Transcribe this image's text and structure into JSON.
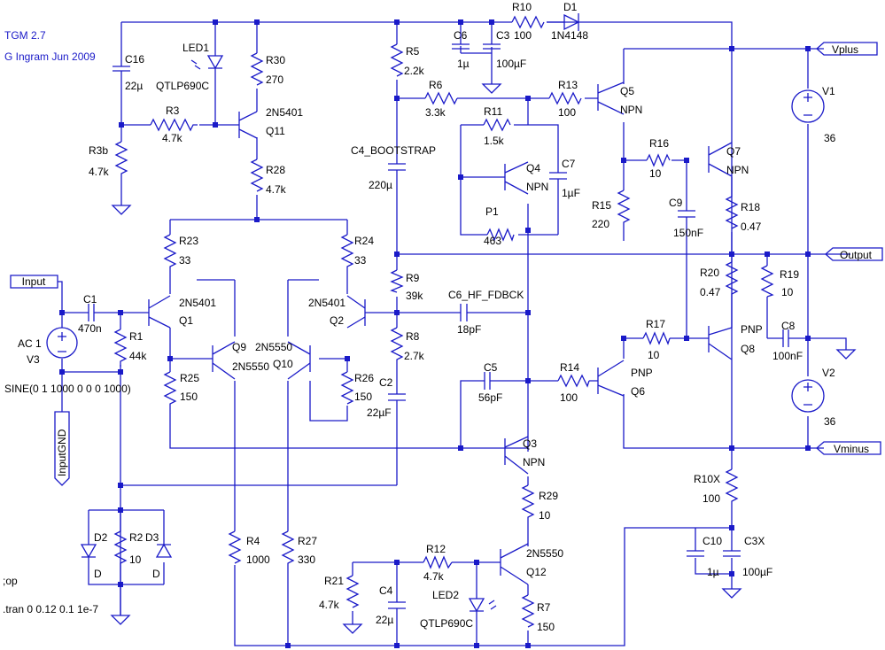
{
  "header": {
    "title": "TGM 2.7",
    "author": "G Ingram Jun 2009"
  },
  "colors": {
    "wire": "#1a1ac8",
    "label": "#000000",
    "background": "#ffffff"
  },
  "directives": {
    "op": ";op",
    "tran": ".tran 0 0.12 0.1 1e-7"
  },
  "source": {
    "label": "AC 1",
    "name": "V3",
    "value": "SINE(0 1 1000 0 0 0 1000)"
  },
  "labels": [
    {
      "id": "R10",
      "text": "R10"
    },
    {
      "id": "R10v",
      "text": "100"
    },
    {
      "id": "D1",
      "text": "D1"
    },
    {
      "id": "D1v",
      "text": "1N4148"
    },
    {
      "id": "C6",
      "text": "C6"
    },
    {
      "id": "C6v",
      "text": "1µ"
    },
    {
      "id": "C3",
      "text": "C3"
    },
    {
      "id": "C3v",
      "text": "100µF"
    },
    {
      "id": "LED1",
      "text": "LED1"
    },
    {
      "id": "LED1v",
      "text": "QTLP690C"
    },
    {
      "id": "C16",
      "text": "C16"
    },
    {
      "id": "C16v",
      "text": "22µ"
    },
    {
      "id": "R30",
      "text": "R30"
    },
    {
      "id": "R30v",
      "text": "270"
    },
    {
      "id": "R5",
      "text": "R5"
    },
    {
      "id": "R5v",
      "text": "2.2k"
    },
    {
      "id": "R3",
      "text": "R3"
    },
    {
      "id": "R3v",
      "text": "4.7k"
    },
    {
      "id": "Q11t",
      "text": "2N5401"
    },
    {
      "id": "Q11",
      "text": "Q11"
    },
    {
      "id": "R6",
      "text": "R6"
    },
    {
      "id": "R6v",
      "text": "3.3k"
    },
    {
      "id": "R13",
      "text": "R13"
    },
    {
      "id": "R13v",
      "text": "100"
    },
    {
      "id": "Q5",
      "text": "Q5"
    },
    {
      "id": "Q5t",
      "text": "NPN"
    },
    {
      "id": "R3b",
      "text": "R3b"
    },
    {
      "id": "R3bv",
      "text": "4.7k"
    },
    {
      "id": "R11",
      "text": "R11"
    },
    {
      "id": "R11v",
      "text": "1.5k"
    },
    {
      "id": "R16",
      "text": "R16"
    },
    {
      "id": "R16v",
      "text": "10"
    },
    {
      "id": "Q7",
      "text": "Q7"
    },
    {
      "id": "Q7t",
      "text": "NPN"
    },
    {
      "id": "C4B",
      "text": "C4_BOOTSTRAP"
    },
    {
      "id": "C4Bv",
      "text": "220µ"
    },
    {
      "id": "C7",
      "text": "C7"
    },
    {
      "id": "C7v",
      "text": "1µF"
    },
    {
      "id": "Q4",
      "text": "Q4"
    },
    {
      "id": "Q4t",
      "text": "NPN"
    },
    {
      "id": "R28",
      "text": "R28"
    },
    {
      "id": "R28v",
      "text": "4.7k"
    },
    {
      "id": "R15",
      "text": "R15"
    },
    {
      "id": "R15v",
      "text": "220"
    },
    {
      "id": "C9",
      "text": "C9"
    },
    {
      "id": "C9v",
      "text": "150nF"
    },
    {
      "id": "R18",
      "text": "R18"
    },
    {
      "id": "R18v",
      "text": "0.47"
    },
    {
      "id": "P1",
      "text": "P1"
    },
    {
      "id": "P1v",
      "text": "463"
    },
    {
      "id": "R23",
      "text": "R23"
    },
    {
      "id": "R23v",
      "text": "33"
    },
    {
      "id": "R24",
      "text": "R24"
    },
    {
      "id": "R24v",
      "text": "33"
    },
    {
      "id": "R20",
      "text": "R20"
    },
    {
      "id": "R20v",
      "text": "0.47"
    },
    {
      "id": "R19",
      "text": "R19"
    },
    {
      "id": "R19v",
      "text": "10"
    },
    {
      "id": "R9",
      "text": "R9"
    },
    {
      "id": "R9v",
      "text": "39k"
    },
    {
      "id": "C6HF",
      "text": "C6_HF_FDBCK"
    },
    {
      "id": "C6HFv",
      "text": "18pF"
    },
    {
      "id": "C1",
      "text": "C1"
    },
    {
      "id": "C1v",
      "text": "470n"
    },
    {
      "id": "Q1t",
      "text": "2N5401"
    },
    {
      "id": "Q1",
      "text": "Q1"
    },
    {
      "id": "Q2t",
      "text": "2N5401"
    },
    {
      "id": "Q2",
      "text": "Q2"
    },
    {
      "id": "R1",
      "text": "R1"
    },
    {
      "id": "R1v",
      "text": "44k"
    },
    {
      "id": "Q9",
      "text": "Q9"
    },
    {
      "id": "Q9t",
      "text": "2N5550"
    },
    {
      "id": "Q10t",
      "text": "2N5550"
    },
    {
      "id": "Q10",
      "text": "Q10"
    },
    {
      "id": "R8",
      "text": "R8"
    },
    {
      "id": "R8v",
      "text": "2.7k"
    },
    {
      "id": "R17",
      "text": "R17"
    },
    {
      "id": "R17v",
      "text": "10"
    },
    {
      "id": "Q8t",
      "text": "PNP"
    },
    {
      "id": "Q8",
      "text": "Q8"
    },
    {
      "id": "C8",
      "text": "C8"
    },
    {
      "id": "C8v",
      "text": "100nF"
    },
    {
      "id": "R25",
      "text": "R25"
    },
    {
      "id": "R25v",
      "text": "150"
    },
    {
      "id": "R26",
      "text": "R26"
    },
    {
      "id": "R26v",
      "text": "150"
    },
    {
      "id": "C2",
      "text": "C2"
    },
    {
      "id": "C2v",
      "text": "22µF"
    },
    {
      "id": "C5",
      "text": "C5"
    },
    {
      "id": "C5v",
      "text": "56pF"
    },
    {
      "id": "R14",
      "text": "R14"
    },
    {
      "id": "R14v",
      "text": "100"
    },
    {
      "id": "Q6t",
      "text": "PNP"
    },
    {
      "id": "Q6",
      "text": "Q6"
    },
    {
      "id": "V1",
      "text": "V1"
    },
    {
      "id": "V1v",
      "text": "36"
    },
    {
      "id": "V2",
      "text": "V2"
    },
    {
      "id": "V2v",
      "text": "36"
    },
    {
      "id": "Q3",
      "text": "Q3"
    },
    {
      "id": "Q3t",
      "text": "NPN"
    },
    {
      "id": "R10X",
      "text": "R10X"
    },
    {
      "id": "R10Xv",
      "text": "100"
    },
    {
      "id": "R29",
      "text": "R29"
    },
    {
      "id": "R29v",
      "text": "10"
    },
    {
      "id": "D2",
      "text": "D2"
    },
    {
      "id": "D2v",
      "text": "D"
    },
    {
      "id": "R2",
      "text": "R2"
    },
    {
      "id": "R2v",
      "text": "10"
    },
    {
      "id": "D3",
      "text": "D3"
    },
    {
      "id": "D3v",
      "text": "D"
    },
    {
      "id": "R4",
      "text": "R4"
    },
    {
      "id": "R4v",
      "text": "1000"
    },
    {
      "id": "R27",
      "text": "R27"
    },
    {
      "id": "R27v",
      "text": "330"
    },
    {
      "id": "R12",
      "text": "R12"
    },
    {
      "id": "R12v",
      "text": "4.7k"
    },
    {
      "id": "Q12t",
      "text": "2N5550"
    },
    {
      "id": "Q12",
      "text": "Q12"
    },
    {
      "id": "C10",
      "text": "C10"
    },
    {
      "id": "C10v",
      "text": "1µ"
    },
    {
      "id": "C3X",
      "text": "C3X"
    },
    {
      "id": "C3Xv",
      "text": "100µF"
    },
    {
      "id": "R21",
      "text": "R21"
    },
    {
      "id": "R21v",
      "text": "4.7k"
    },
    {
      "id": "C4",
      "text": "C4"
    },
    {
      "id": "C4v",
      "text": "22µ"
    },
    {
      "id": "LED2",
      "text": "LED2"
    },
    {
      "id": "LED2v",
      "text": "QTLP690C"
    },
    {
      "id": "R7",
      "text": "R7"
    },
    {
      "id": "R7v",
      "text": "150"
    }
  ],
  "flags": [
    {
      "id": "vplus",
      "text": "Vplus"
    },
    {
      "id": "output",
      "text": "Output"
    },
    {
      "id": "vminus",
      "text": "Vminus"
    },
    {
      "id": "input",
      "text": "Input"
    },
    {
      "id": "inputgnd",
      "text": "InputGND"
    }
  ]
}
